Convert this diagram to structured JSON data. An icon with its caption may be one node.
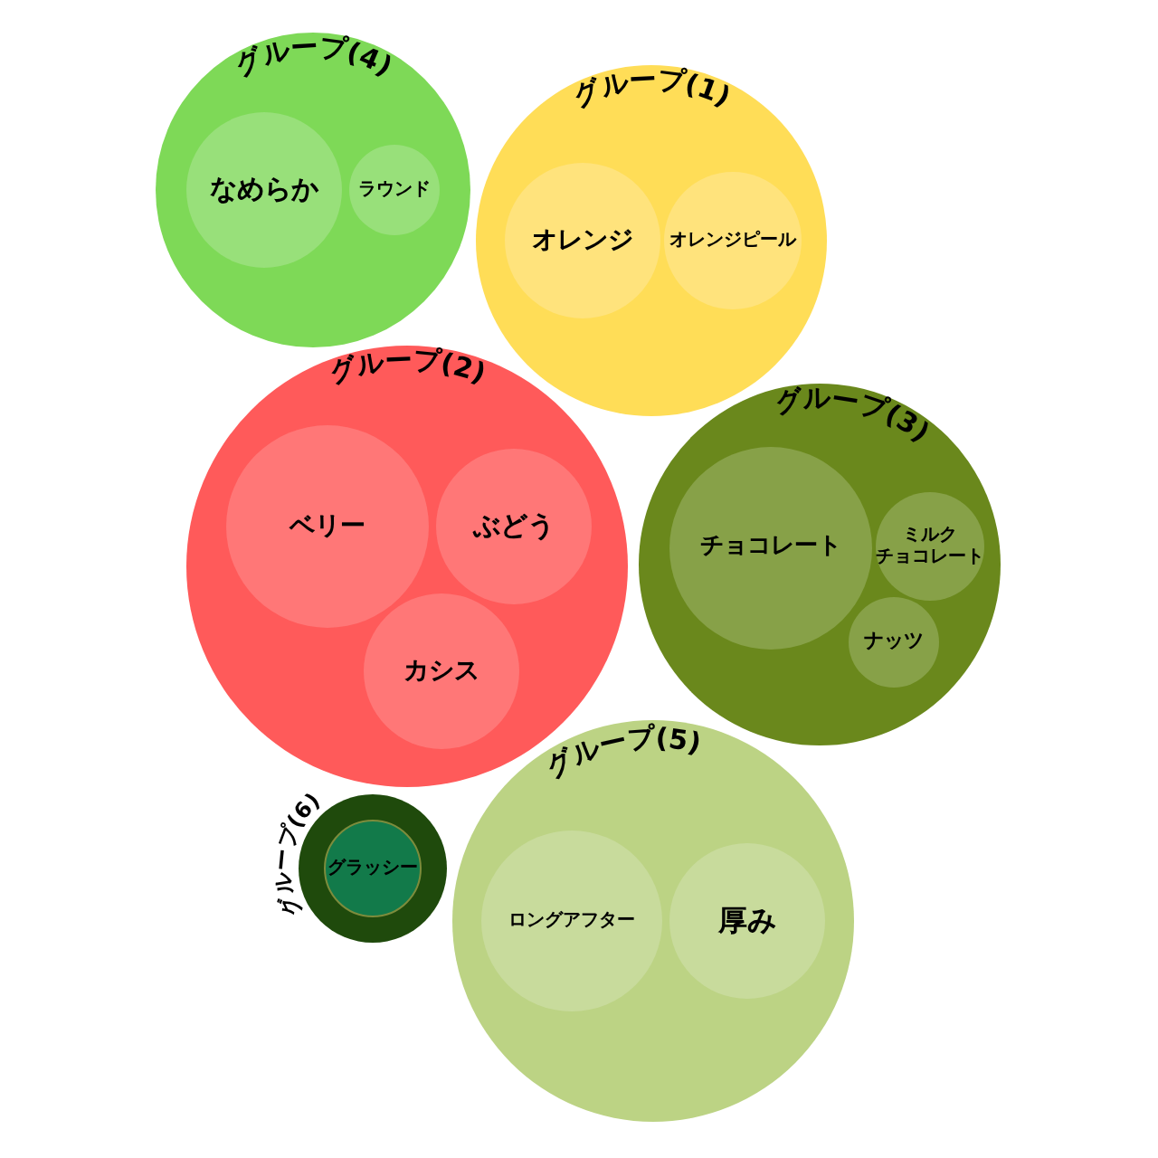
{
  "diagram": {
    "nodes": [
      {
        "text": [
          "グループ(4)"
        ]
      },
      {
        "text": [
          "なめらか"
        ],
        "in": 0
      },
      {
        "text": [
          "ラウンド"
        ],
        "in": 0
      },
      {
        "text": [
          "グループ(1)"
        ]
      },
      {
        "text": [
          "オレンジ"
        ],
        "in": 3
      },
      {
        "text": [
          "オレンジピール"
        ],
        "in": 3
      },
      {
        "text": [
          "グループ(2)"
        ]
      },
      {
        "text": [
          "ベリー"
        ],
        "in": 6
      },
      {
        "text": [
          "ぶどう"
        ],
        "in": 6
      },
      {
        "text": [
          "カシス"
        ],
        "in": 6
      },
      {
        "text": [
          "グループ(3)"
        ]
      },
      {
        "text": [
          "チョコレート"
        ],
        "in": 10
      },
      {
        "text": [
          "ミルクチョコレート"
        ],
        "in": 10
      },
      {
        "text": [
          "ナッツ"
        ],
        "in": 10
      },
      {
        "text": [
          "グループ(6)"
        ]
      },
      {
        "text": [
          "グラッシー"
        ],
        "in": 14
      },
      {
        "text": [
          "グループ(5)"
        ]
      },
      {
        "text": [
          "ロングアフター"
        ],
        "in": 16
      },
      {
        "text": [
          "厚み"
        ],
        "in": 16
      }
    ]
  }
}
